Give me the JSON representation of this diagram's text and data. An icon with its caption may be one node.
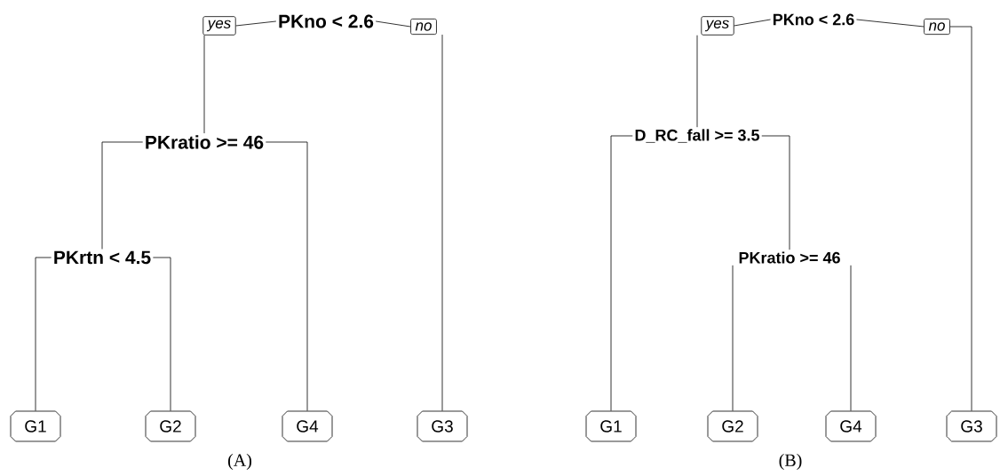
{
  "diagram": {
    "nodes": [
      {
        "text": [
          "PKno < 2.6"
        ]
      },
      {
        "text": [
          "yes"
        ]
      },
      {
        "text": [
          "no"
        ]
      },
      {
        "text": [
          "PKratio >= 46"
        ]
      },
      {
        "text": [
          "PKrtn < 4.5"
        ]
      },
      {
        "text": [
          "G1"
        ]
      },
      {
        "text": [
          "G2"
        ]
      },
      {
        "text": [
          "G4"
        ]
      },
      {
        "text": [
          "G3"
        ]
      },
      {
        "text": [
          "PKno < 2.6"
        ]
      },
      {
        "text": [
          "yes"
        ]
      },
      {
        "text": [
          "no"
        ]
      },
      {
        "text": [
          "D_RC_fall >= 3.5"
        ]
      },
      {
        "text": [
          "PKratio >= 46"
        ]
      },
      {
        "text": [
          "G1"
        ]
      },
      {
        "text": [
          "G2"
        ]
      },
      {
        "text": [
          "G4"
        ]
      },
      {
        "text": [
          "G3"
        ]
      }
    ],
    "edges": [
      {
        "from": 0,
        "to": 1,
        "arrow": "none"
      },
      {
        "from": 0,
        "to": 2,
        "arrow": "none"
      },
      {
        "from": 1,
        "to": 3,
        "arrow": "none"
      },
      {
        "from": 2,
        "to": 8,
        "arrow": "none"
      },
      {
        "from": 3,
        "to": 4,
        "arrow": "none"
      },
      {
        "from": 3,
        "to": 7,
        "arrow": "none"
      },
      {
        "from": 4,
        "to": 5,
        "arrow": "none"
      },
      {
        "from": 4,
        "to": 6,
        "arrow": "none"
      },
      {
        "from": 9,
        "to": 10,
        "arrow": "none"
      },
      {
        "from": 9,
        "to": 11,
        "arrow": "none"
      },
      {
        "from": 10,
        "to": 12,
        "arrow": "none"
      },
      {
        "from": 11,
        "to": 17,
        "arrow": "none"
      },
      {
        "from": 12,
        "to": 14,
        "arrow": "none"
      },
      {
        "from": 12,
        "to": 13,
        "arrow": "none"
      },
      {
        "from": 13,
        "to": 15,
        "arrow": "none"
      },
      {
        "from": 13,
        "to": 16,
        "arrow": "none"
      }
    ],
    "labels": [
      "(A)",
      "(B)"
    ]
  }
}
